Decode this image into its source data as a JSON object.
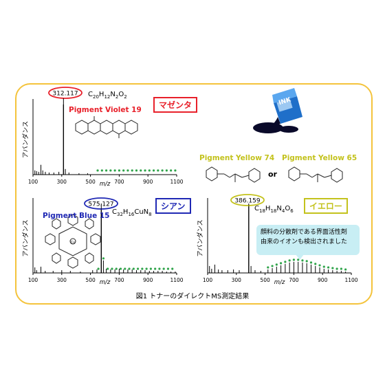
{
  "caption": "図1 トナーのダイレクトMS測定結果",
  "or_text": "or",
  "note_lines": [
    "顔料の分散剤である界面活性剤",
    "由来のイオンも検出されました"
  ],
  "ink_text": "INK",
  "chart_data": [
    {
      "type": "bar",
      "name_label": "マゼンタ",
      "label_color": "#e8202a",
      "pigment": "Pigment Violet 19",
      "pigment_color": "#e8202a",
      "formula": [
        "C",
        "20",
        "H",
        "12",
        "N",
        "2",
        "O",
        "2"
      ],
      "peak_label": "312.117",
      "ylabel": "アバンダンス",
      "xlabel": "m/z",
      "xlim": [
        100,
        1100
      ],
      "xticks": [
        "100",
        "300",
        "500",
        "700",
        "900",
        "1100"
      ],
      "peaks": [
        [
          113,
          6
        ],
        [
          125,
          5
        ],
        [
          140,
          4
        ],
        [
          155,
          14
        ],
        [
          168,
          6
        ],
        [
          186,
          4
        ],
        [
          212,
          3
        ],
        [
          245,
          3
        ],
        [
          280,
          4
        ],
        [
          312.117,
          100
        ],
        [
          325,
          8
        ],
        [
          350,
          3
        ],
        [
          420,
          2
        ],
        [
          480,
          2
        ]
      ],
      "green_markers": [
        550,
        580,
        610,
        640,
        670,
        700,
        730,
        760,
        790,
        820,
        850,
        880,
        910,
        940,
        970,
        1000,
        1030,
        1060,
        1090
      ]
    },
    {
      "type": "bar",
      "name_label": "シアン",
      "label_color": "#1f28b4",
      "pigment": "Pigment Blue 15",
      "pigment_color": "#1f28b4",
      "formula": [
        "C",
        "32",
        "H",
        "16",
        "CuN",
        "8"
      ],
      "peak_label": "575.127",
      "ylabel": "アバンダンス",
      "xlabel": "m/z",
      "xlim": [
        100,
        1100
      ],
      "xticks": [
        "100",
        "300",
        "500",
        "700",
        "900",
        "1100"
      ],
      "peaks": [
        [
          113,
          8
        ],
        [
          125,
          4
        ],
        [
          155,
          9
        ],
        [
          185,
          3
        ],
        [
          240,
          3
        ],
        [
          300,
          4
        ],
        [
          360,
          3
        ],
        [
          430,
          2
        ],
        [
          515,
          4
        ],
        [
          545,
          5
        ],
        [
          575.127,
          100
        ],
        [
          590,
          18
        ],
        [
          610,
          6
        ],
        [
          640,
          5
        ],
        [
          670,
          5
        ],
        [
          700,
          6
        ],
        [
          730,
          5
        ],
        [
          760,
          5
        ],
        [
          790,
          5
        ],
        [
          820,
          4
        ],
        [
          850,
          4
        ],
        [
          880,
          4
        ],
        [
          910,
          3
        ],
        [
          940,
          3
        ],
        [
          970,
          3
        ],
        [
          1000,
          3
        ],
        [
          1030,
          2
        ],
        [
          1060,
          2
        ],
        [
          1090,
          2
        ]
      ],
      "green_markers": [
        555,
        590,
        620,
        650,
        680,
        710,
        740,
        770,
        800,
        830,
        860,
        890,
        920,
        950,
        980,
        1010,
        1040,
        1070
      ]
    },
    {
      "type": "bar",
      "name_label": "イエロー",
      "label_color": "#c3c21c",
      "pigment": "Pigment Yellow 74",
      "pigment_color": "#c3c21c",
      "pigment2": "Pigment Yellow 65",
      "formula": [
        "C",
        "18",
        "H",
        "18",
        "N",
        "4",
        "O",
        "6"
      ],
      "peak_label": "386.159",
      "ylabel": "アバンダンス",
      "xlabel": "m/z",
      "xlim": [
        100,
        1100
      ],
      "xticks": [
        "100",
        "300",
        "500",
        "700",
        "900",
        "1100"
      ],
      "peaks": [
        [
          113,
          10
        ],
        [
          128,
          6
        ],
        [
          150,
          12
        ],
        [
          175,
          5
        ],
        [
          200,
          4
        ],
        [
          240,
          4
        ],
        [
          280,
          5
        ],
        [
          320,
          4
        ],
        [
          386.159,
          100
        ],
        [
          402,
          10
        ],
        [
          430,
          4
        ],
        [
          470,
          3
        ],
        [
          520,
          5
        ],
        [
          550,
          7
        ],
        [
          580,
          9
        ],
        [
          610,
          11
        ],
        [
          640,
          13
        ],
        [
          670,
          15
        ],
        [
          700,
          16
        ],
        [
          730,
          16
        ],
        [
          760,
          15
        ],
        [
          790,
          14
        ],
        [
          820,
          12
        ],
        [
          850,
          10
        ],
        [
          880,
          8
        ],
        [
          910,
          6
        ],
        [
          940,
          5
        ],
        [
          970,
          4
        ],
        [
          1000,
          3
        ],
        [
          1030,
          3
        ],
        [
          1060,
          2
        ]
      ],
      "green_markers": [
        520,
        550,
        580,
        610,
        640,
        670,
        700,
        730,
        760,
        790,
        820,
        850,
        880,
        910,
        940,
        970,
        1000,
        1030,
        1060
      ]
    }
  ]
}
